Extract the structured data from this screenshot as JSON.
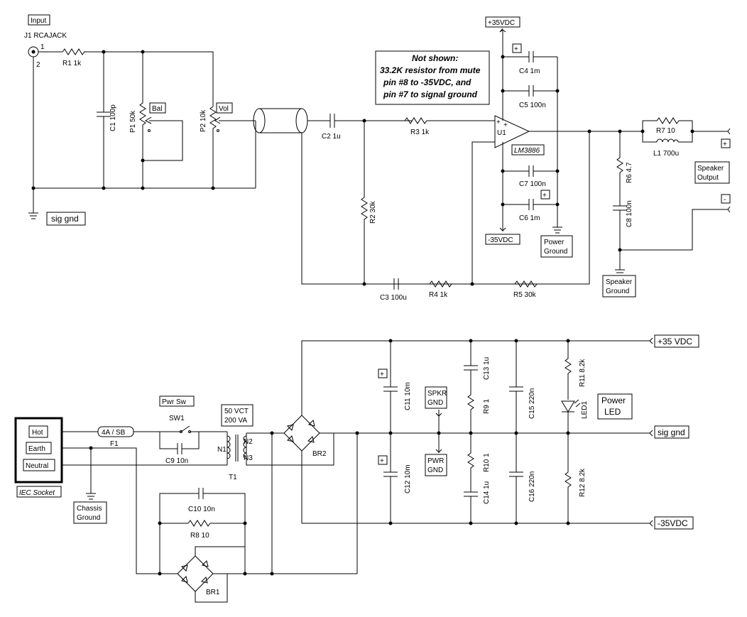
{
  "labels": {
    "input": "Input",
    "j1": "J1 RCAJACK",
    "pin1": "1",
    "pin2": "2",
    "sig_gnd_top": "sig gnd",
    "r1": "R1 1k",
    "c1": "C1 100p",
    "p1": "P1 50k",
    "bal": "Bal",
    "p2": "P2 10k",
    "vol": "Vol",
    "c2": "C2 1u",
    "r2": "R2 30k",
    "r3": "R3 1k",
    "c3": "C3 100u",
    "r4": "R4 1k",
    "r5": "R5 30k",
    "u1": "U1",
    "lm3886": "LM3886",
    "plus35_top": "+35VDC",
    "minus35_top": "-35VDC",
    "c4": "C4 1m",
    "c5": "C5 100n",
    "c6": "C6 1m",
    "c7": "C7 100n",
    "power_ground": [
      "Power",
      "Ground"
    ],
    "r6": "R6 4.7",
    "c8": "C8 100n",
    "r7": "R7 10",
    "l1": "L1 700u",
    "speaker_output": [
      "Speaker",
      "Output"
    ],
    "speaker_ground": [
      "Speaker",
      "Ground"
    ],
    "plus_sign": "+",
    "minus_sign": "-",
    "note": [
      "Not shown:",
      "33.2K resistor from mute",
      "pin #8 to -35VDC,  and",
      "pin #7 to signal ground"
    ],
    "hot": "Hot",
    "earth": "Earth",
    "neutral": "Neutral",
    "iec_socket": "IEC Socket",
    "fuse": "4A / SB",
    "f1": "F1",
    "pwr_sw": "Pwr Sw",
    "sw1": "SW1",
    "c9": "C9 10n",
    "transformer": [
      "50 VCT",
      "200 VA"
    ],
    "n1": "N1",
    "n2": "N2",
    "n3": "N3",
    "t1": "T1",
    "chassis_ground": [
      "Chassis",
      "Ground"
    ],
    "c10": "C10 10n",
    "r8": "R8 10",
    "br1": "BR1",
    "br2": "BR2",
    "c11": "C11 10m",
    "c12": "C12 10m",
    "spkr_gnd": [
      "SPKR",
      "GND"
    ],
    "pwr_gnd": [
      "PWR",
      "GND"
    ],
    "c13": "C13 1u",
    "r9": "R9 1",
    "r10": "R10 1",
    "c14": "C14 1u",
    "c15": "C15 220n",
    "c16": "C16 220n",
    "r11": "R11 8.2k",
    "led1": "LED1",
    "power_led": [
      "Power",
      "LED"
    ],
    "r12": "R12 8.2k",
    "plus35_bottom": "+35 VDC",
    "sig_gnd_bottom": "sig gnd",
    "minus35_bottom": "-35VDC"
  }
}
